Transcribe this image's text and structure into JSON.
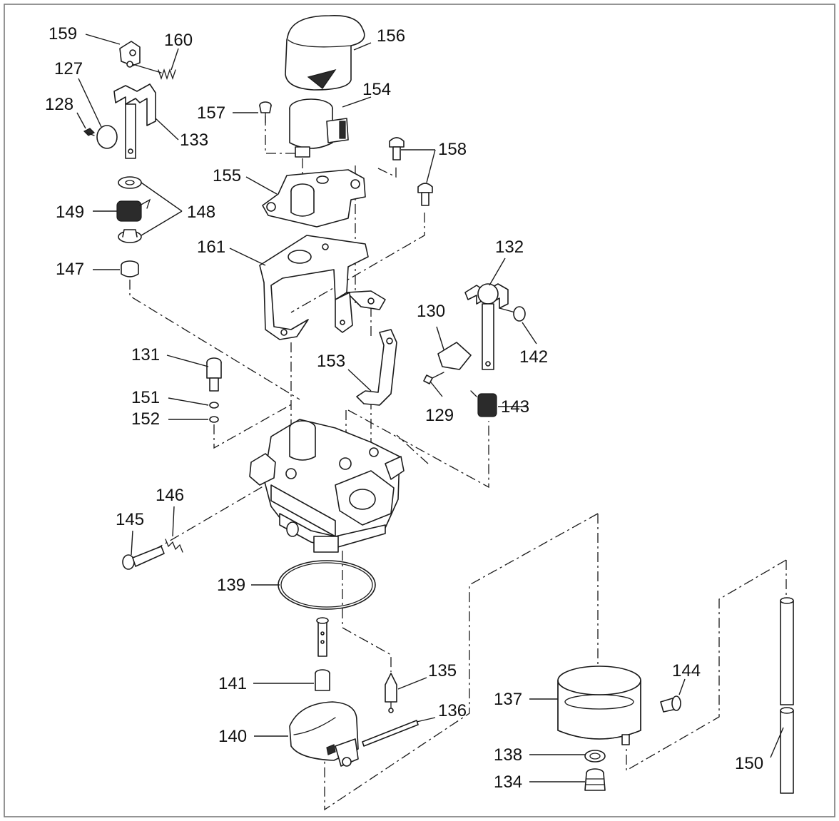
{
  "diagram": {
    "callouts": [
      {
        "id": "c156",
        "text": "156"
      },
      {
        "id": "c159",
        "text": "159"
      },
      {
        "id": "c160",
        "text": "160"
      },
      {
        "id": "c127",
        "text": "127"
      },
      {
        "id": "c154",
        "text": "154"
      },
      {
        "id": "c157",
        "text": "157"
      },
      {
        "id": "c128",
        "text": "128"
      },
      {
        "id": "c133",
        "text": "133"
      },
      {
        "id": "c158",
        "text": "158"
      },
      {
        "id": "c155",
        "text": "155"
      },
      {
        "id": "c149",
        "text": "149"
      },
      {
        "id": "c148",
        "text": "148"
      },
      {
        "id": "c161",
        "text": "161"
      },
      {
        "id": "c132",
        "text": "132"
      },
      {
        "id": "c147",
        "text": "147"
      },
      {
        "id": "c130",
        "text": "130"
      },
      {
        "id": "c142",
        "text": "142"
      },
      {
        "id": "c131",
        "text": "131"
      },
      {
        "id": "c153",
        "text": "153"
      },
      {
        "id": "c151",
        "text": "151"
      },
      {
        "id": "c152",
        "text": "152"
      },
      {
        "id": "c129",
        "text": "129"
      },
      {
        "id": "c143",
        "text": "143"
      },
      {
        "id": "c146",
        "text": "146"
      },
      {
        "id": "c145",
        "text": "145"
      },
      {
        "id": "c139",
        "text": "139"
      },
      {
        "id": "c144",
        "text": "144"
      },
      {
        "id": "c135",
        "text": "135"
      },
      {
        "id": "c141",
        "text": "141"
      },
      {
        "id": "c137",
        "text": "137"
      },
      {
        "id": "c136",
        "text": "136"
      },
      {
        "id": "c140",
        "text": "140"
      },
      {
        "id": "c138",
        "text": "138"
      },
      {
        "id": "c150",
        "text": "150"
      },
      {
        "id": "c134",
        "text": "134"
      }
    ]
  }
}
